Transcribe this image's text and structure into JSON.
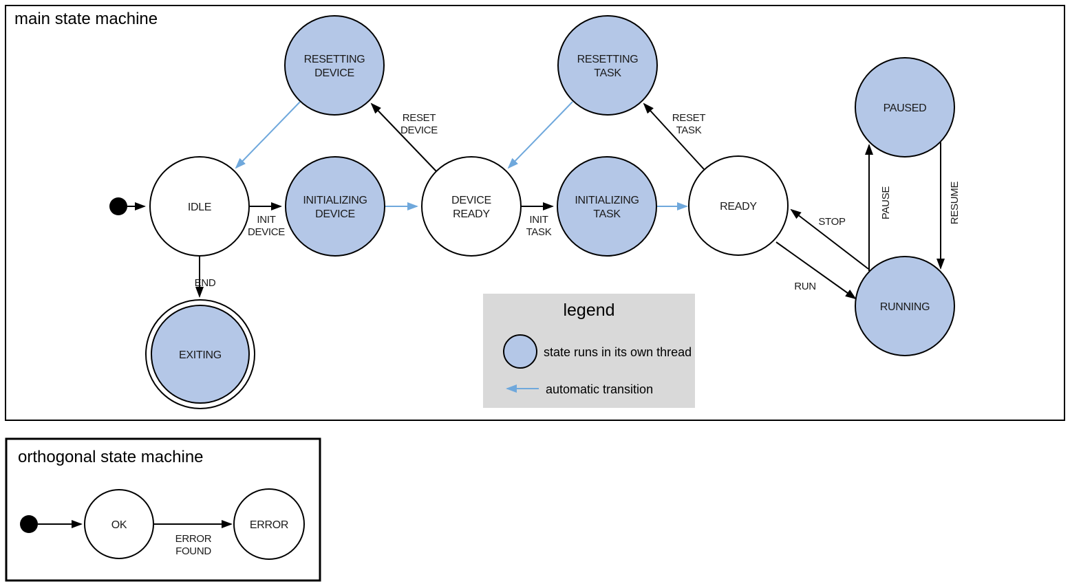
{
  "colors": {
    "thread_state_fill": "#b4c7e7",
    "auto_transition_blue": "#6fa8dc",
    "legend_background": "#d9d9d9",
    "outline": "#000000",
    "background": "#ffffff"
  },
  "main_machine": {
    "title": "main state machine",
    "states": {
      "idle": {
        "label": "IDLE"
      },
      "initializing_device": {
        "line1": "INITIALIZING",
        "line2": "DEVICE"
      },
      "device_ready": {
        "line1": "DEVICE",
        "line2": "READY"
      },
      "initializing_task": {
        "line1": "INITIALIZING",
        "line2": "TASK"
      },
      "ready": {
        "label": "READY"
      },
      "resetting_device": {
        "line1": "RESETTING",
        "line2": "DEVICE"
      },
      "resetting_task": {
        "line1": "RESETTING",
        "line2": "TASK"
      },
      "paused": {
        "label": "PAUSED"
      },
      "running": {
        "label": "RUNNING"
      },
      "exiting": {
        "label": "EXITING"
      }
    },
    "transitions": {
      "init_device": {
        "line1": "INIT",
        "line2": "DEVICE"
      },
      "init_task": {
        "line1": "INIT",
        "line2": "TASK"
      },
      "reset_device": {
        "line1": "RESET",
        "line2": "DEVICE"
      },
      "reset_task": {
        "line1": "RESET",
        "line2": "TASK"
      },
      "end": {
        "label": "END"
      },
      "run": {
        "label": "RUN"
      },
      "stop": {
        "label": "STOP"
      },
      "pause": {
        "label": "PAUSE"
      },
      "resume": {
        "label": "RESUME"
      }
    }
  },
  "legend": {
    "title": "legend",
    "thread_item": "state runs in its own thread",
    "auto_item": "automatic transition"
  },
  "orthogonal_machine": {
    "title": "orthogonal state machine",
    "states": {
      "ok": {
        "label": "OK"
      },
      "error": {
        "label": "ERROR"
      }
    },
    "transitions": {
      "error_found": {
        "line1": "ERROR",
        "line2": "FOUND"
      }
    }
  }
}
